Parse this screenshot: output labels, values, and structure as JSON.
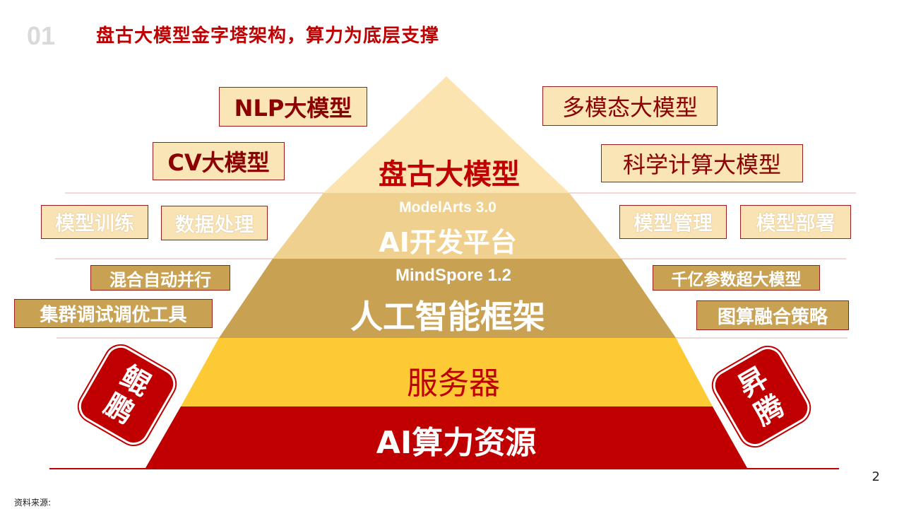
{
  "header": {
    "section_number": "01",
    "title": "盘古大模型金字塔架构，算力为底层支撑"
  },
  "pyramid": {
    "layers": [
      {
        "main": "盘古大模型",
        "color": "#fbe4b0",
        "text_color": "#c00000"
      },
      {
        "sub": "ModelArts 3.0",
        "main": "AI开发平台",
        "color": "#efd08e",
        "text_color": "#ffffff"
      },
      {
        "sub": "MindSpore 1.2",
        "main": "人工智能框架",
        "color": "#c9a153",
        "text_color": "#ffffff"
      },
      {
        "main": "服务器",
        "color": "#fdca35",
        "text_color": "#c00000"
      },
      {
        "main": "AI算力资源",
        "color": "#c00000",
        "text_color": "#ffffff"
      }
    ]
  },
  "side_labels": {
    "model_left": [
      "NLP大模型",
      "CV大模型"
    ],
    "model_right": [
      "多模态大模型",
      "科学计算大模型"
    ],
    "platform_left": [
      "模型训练",
      "数据处理"
    ],
    "platform_right": [
      "模型管理",
      "模型部署"
    ],
    "framework_left": [
      "混合自动并行",
      "集群调试调优工具"
    ],
    "framework_right": [
      "千亿参数超大模型",
      "图算融合策略"
    ]
  },
  "badges": {
    "left": "鲲\n鹏",
    "right": "昇\n腾"
  },
  "footer": {
    "page_number": "2",
    "source": "资料来源:"
  }
}
